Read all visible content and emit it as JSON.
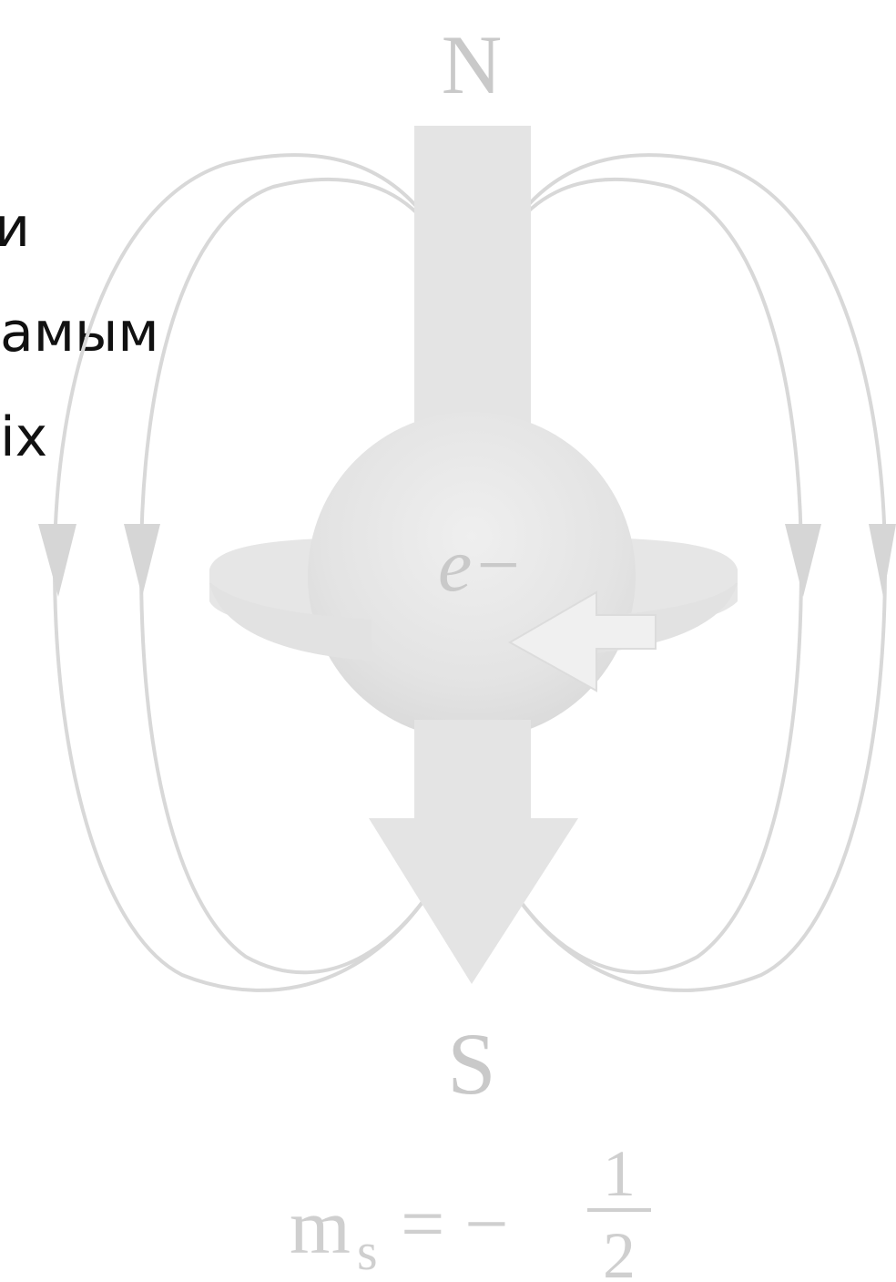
{
  "slide_text": {
    "line_1": "и",
    "line_2": "амым",
    "line_3": "ix"
  },
  "diagram": {
    "north_label": "N",
    "south_label": "S",
    "electron_label": "e−",
    "spin_eq_lhs": "m",
    "spin_eq_sub": "s",
    "spin_eq_sign": "= −",
    "spin_eq_num": "1",
    "spin_eq_den": "2"
  },
  "colors": {
    "diagram_gray": "#d8d8d8",
    "label_gray": "#c9c9c9",
    "text": "#111111"
  }
}
